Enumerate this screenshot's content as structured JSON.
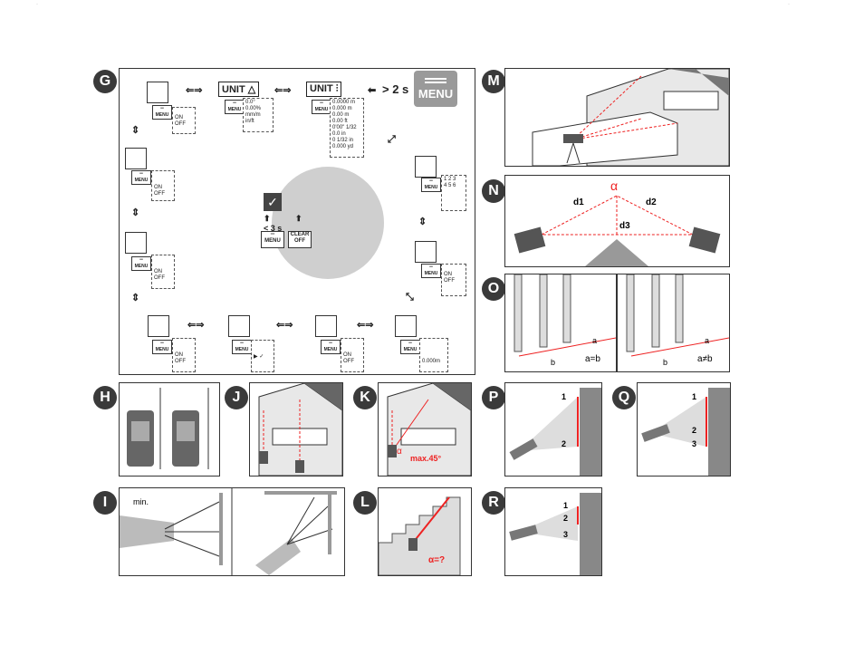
{
  "panels": {
    "G": {
      "letter": "G",
      "hold_label": "> 2 s",
      "menu_label": "MENU",
      "unit_label_1": "UNIT",
      "unit_label_2": "UNIT",
      "on": "ON",
      "off": "OFF",
      "unit_angle_options": [
        "0.0°",
        "0.00%",
        "mm/m",
        "in/ft"
      ],
      "unit_distance_options": [
        "0.0000 m",
        "0.000 m",
        "0.00 m",
        "0.00 ft",
        "0'00\" 1/32",
        "0.0 in",
        "0 1/32 in",
        "0.000 yd"
      ],
      "center_hold": "< 3 s",
      "clear_off": "CLEAR OFF",
      "offset_value": "0.000m",
      "brightness_levels": [
        "1",
        "2",
        "3",
        "4",
        "5",
        "6"
      ]
    },
    "M": {
      "letter": "M"
    },
    "N": {
      "letter": "N",
      "alpha": "α",
      "d1": "d1",
      "d2": "d2",
      "d3": "d3"
    },
    "O": {
      "letter": "O",
      "a": "a",
      "b": "b",
      "eq": "a=b",
      "neq": "a≠b"
    },
    "H": {
      "letter": "H"
    },
    "J": {
      "letter": "J"
    },
    "K": {
      "letter": "K",
      "alpha": "α",
      "max": "max.45°"
    },
    "P": {
      "letter": "P",
      "p1": "1",
      "p2": "2"
    },
    "Q": {
      "letter": "Q",
      "p1": "1",
      "p2": "2",
      "p3": "3"
    },
    "I": {
      "letter": "I",
      "min": "min."
    },
    "L": {
      "letter": "L",
      "alpha": "α=?"
    },
    "R": {
      "letter": "R",
      "p1": "1",
      "p2": "2",
      "p3": "3"
    }
  }
}
